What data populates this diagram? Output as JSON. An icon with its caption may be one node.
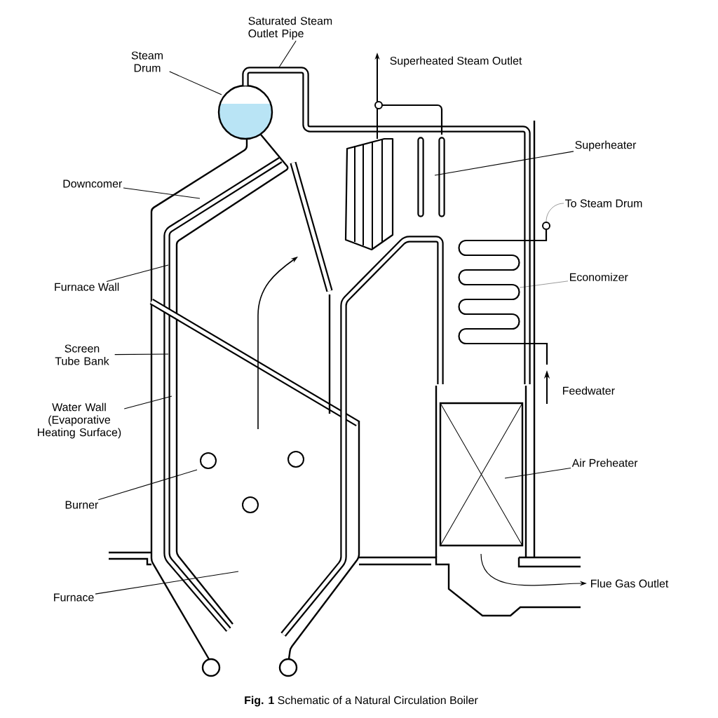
{
  "diagram": {
    "caption": "**Fig. 1** Schematic of a Natural Circulation Boiler",
    "nodes": [
      {
        "text": [
          "Saturated Steam Outlet Pipe"
        ]
      },
      {
        "text": [
          "Steam Drum"
        ]
      },
      {
        "text": [
          "Superheated Steam Outlet"
        ]
      },
      {
        "text": [
          "Superheater"
        ]
      },
      {
        "text": [
          "Downcomer"
        ]
      },
      {
        "text": [
          "To Steam Drum"
        ]
      },
      {
        "text": [
          "Economizer"
        ]
      },
      {
        "text": [
          "Furnace Wall"
        ]
      },
      {
        "text": [
          "Screen Tube Bank"
        ]
      },
      {
        "text": [
          "Feedwater"
        ]
      },
      {
        "text": [
          "Water Wall (Evaporative Heating Surface)"
        ]
      },
      {
        "text": [
          "Air Preheater"
        ]
      },
      {
        "text": [
          "Burner"
        ]
      },
      {
        "text": [
          "Flue Gas Outlet"
        ]
      },
      {
        "text": [
          "Furnace"
        ]
      },
      {
        "text": [],
        "shape": "circle"
      },
      {
        "text": [],
        "shape": "coil"
      }
    ],
    "edges": [
      {
        "from": 0,
        "to": null,
        "arrow": "none"
      },
      {
        "from": 1,
        "to": null,
        "arrow": "none"
      },
      {
        "from": 3,
        "to": null,
        "arrow": "none"
      },
      {
        "from": 4,
        "to": null,
        "arrow": "none"
      },
      {
        "from": 5,
        "to": 15,
        "arrow": "none"
      },
      {
        "from": 6,
        "to": 16,
        "arrow": "none"
      },
      {
        "from": 7,
        "to": null,
        "arrow": "none"
      },
      {
        "from": 8,
        "to": null,
        "arrow": "none"
      },
      {
        "from": 10,
        "to": null,
        "arrow": "none"
      },
      {
        "from": 11,
        "to": null,
        "arrow": "none"
      },
      {
        "from": 12,
        "to": null,
        "arrow": "none"
      },
      {
        "from": 14,
        "to": null,
        "arrow": "none"
      },
      {
        "from": null,
        "to": 13,
        "arrow": "to"
      }
    ]
  }
}
